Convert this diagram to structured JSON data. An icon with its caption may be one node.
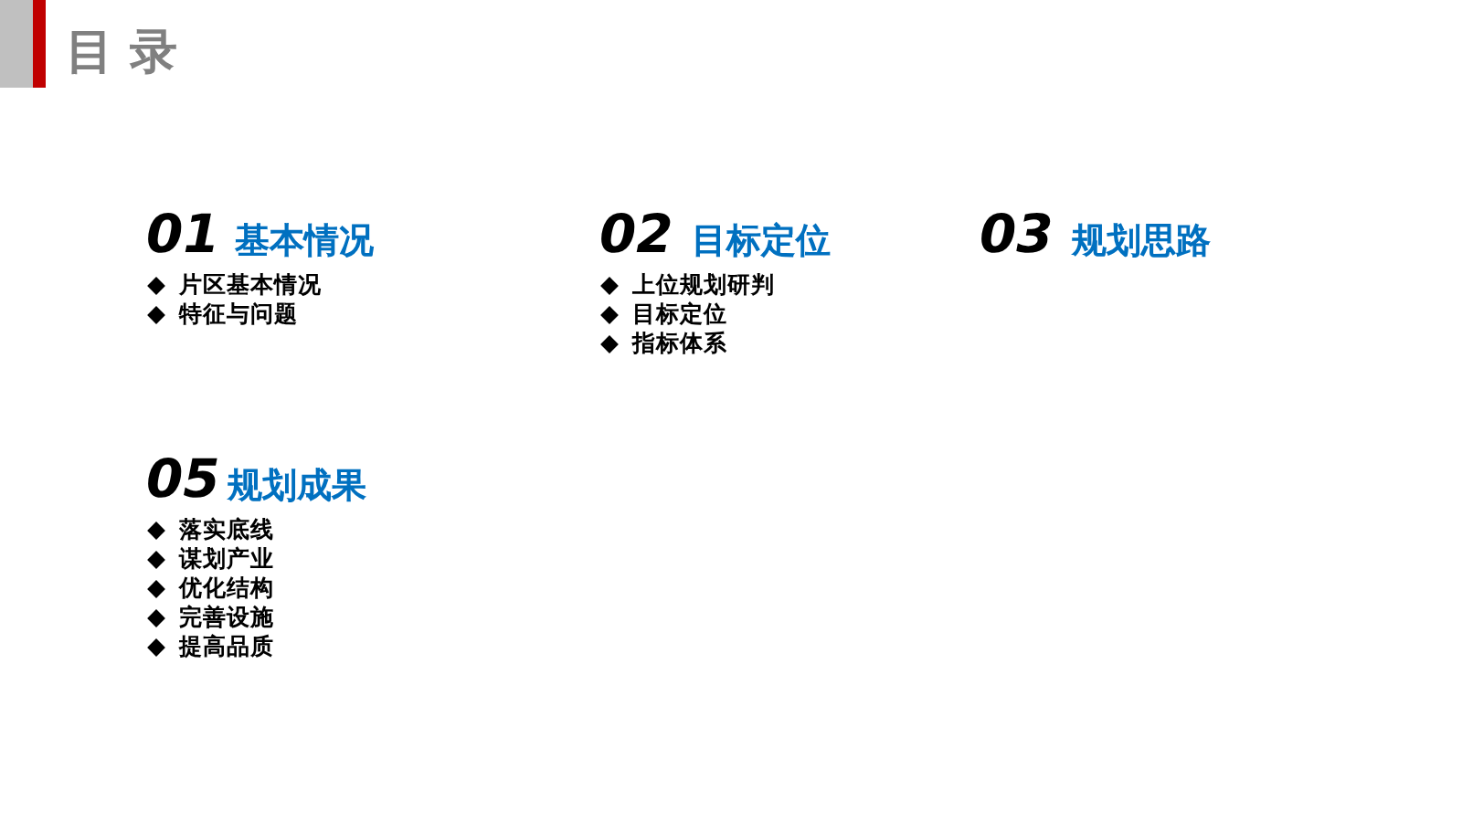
{
  "diagram": {
    "title": "目 录",
    "labels": [
      "01",
      "基本情况",
      "片区基本情况",
      "特征与问题",
      "02",
      "目标定位",
      "上位规划研判",
      "目标定位",
      "指标体系",
      "03",
      "规划思路",
      "05",
      "规划成果",
      "落实底线",
      "谋划产业",
      "优化结构",
      "完善设施",
      "提高品质"
    ]
  }
}
